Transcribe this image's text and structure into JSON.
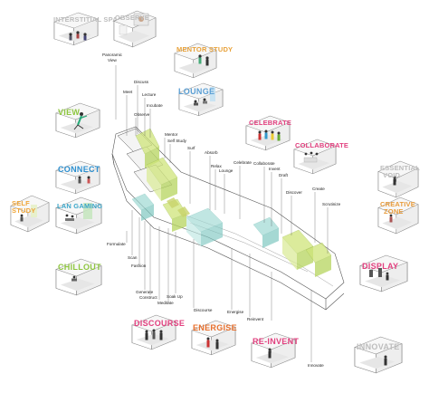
{
  "colors": {
    "lime": "#cfe57a",
    "lime_dark": "#a9c948",
    "teal": "#9fd9d4",
    "teal_dark": "#6fbab3",
    "building_line": "#555555",
    "gray_text": "#bdbdbd"
  },
  "spaces": [
    {
      "key": "interstitial",
      "title": "INTERSTITIAL SPACE",
      "color": "#bdbdbd"
    },
    {
      "key": "observe",
      "title": "OBSERVE",
      "color": "#bdbdbd"
    },
    {
      "key": "mentor",
      "title": "MENTOR STUDY",
      "color": "#e8a23b"
    },
    {
      "key": "lounge",
      "title": "LOUNGE",
      "color": "#5b9fd4"
    },
    {
      "key": "view",
      "title": "VIEW",
      "color": "#8ec63f"
    },
    {
      "key": "celebrate",
      "title": "CELEBRATE",
      "color": "#e2407f"
    },
    {
      "key": "collaborate",
      "title": "COLLABORATE",
      "color": "#e2407f"
    },
    {
      "key": "connect",
      "title": "CONNECT",
      "color": "#2c8fcf"
    },
    {
      "key": "essential",
      "title": "ESSENTIAL VOID",
      "color": "#bdbdbd"
    },
    {
      "key": "self_study",
      "title": "SELF STUDY",
      "color": "#f0a638"
    },
    {
      "key": "lan_gaming",
      "title": "LAN GAMING",
      "color": "#3aa6c9"
    },
    {
      "key": "creative",
      "title": "CREATIVE ZONE",
      "color": "#e89c3c"
    },
    {
      "key": "chillout",
      "title": "CHILLOUT",
      "color": "#8ec63f"
    },
    {
      "key": "display",
      "title": "DISPLAY",
      "color": "#e2407f"
    },
    {
      "key": "discourse",
      "title": "DISCOURSE",
      "color": "#e2407f"
    },
    {
      "key": "energise",
      "title": "ENERGISE",
      "color": "#e8702e"
    },
    {
      "key": "reinvent",
      "title": "RE-INVENT",
      "color": "#e2407f"
    },
    {
      "key": "innovate",
      "title": "INNOVATE",
      "color": "#bdbdbd"
    }
  ],
  "activity_labels": [
    "Panoramic View",
    "Discuss",
    "Meet",
    "Lecture",
    "Incubate",
    "Observe",
    "Mentor",
    "Self Study",
    "Surf",
    "Absorb",
    "Relax",
    "Lounge",
    "Celebrate",
    "Collaborate",
    "Invent",
    "Draft",
    "Discover",
    "Create",
    "Scrutinize",
    "Formulate",
    "Scan",
    "Fashion",
    "Generate",
    "Construct",
    "Meditate",
    "Soak Up",
    "Discourse",
    "Energise",
    "Reinvent",
    "Innovate"
  ]
}
